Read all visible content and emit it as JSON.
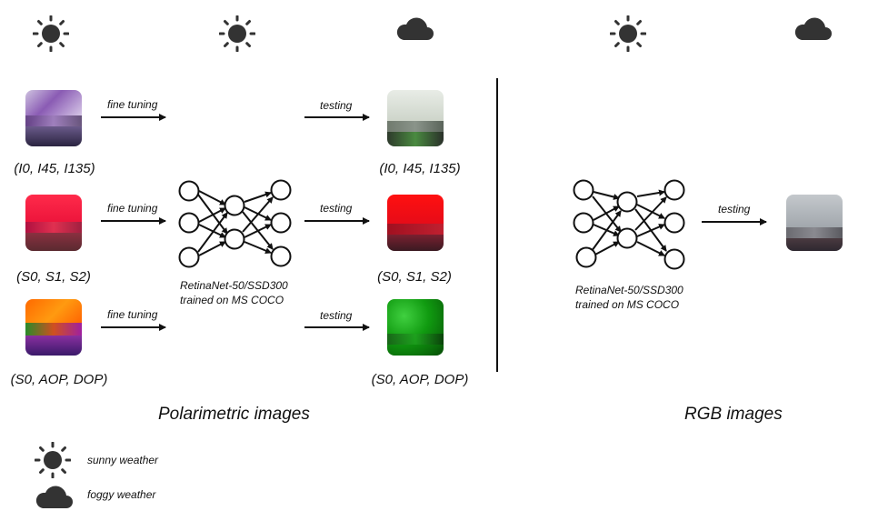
{
  "weather_icons_top": [
    "sun-icon",
    "sun-icon",
    "cloud-icon",
    "sun-icon",
    "cloud-icon"
  ],
  "arrows": {
    "fine_tuning": "fine tuning",
    "testing": "testing"
  },
  "rows": [
    {
      "input_label": "(I0, I45, I135)",
      "output_label": "(I0, I45, I135)"
    },
    {
      "input_label": "(S0, S1, S2)",
      "output_label": "(S0, S1, S2)"
    },
    {
      "input_label": "(S0, AOP, DOP)",
      "output_label": "(S0, AOP, DOP)"
    }
  ],
  "network": {
    "line1": "RetinaNet-50/SSD300",
    "line2": "trained on MS COCO"
  },
  "sections": {
    "polarimetric": "Polarimetric images",
    "rgb": "RGB images"
  },
  "legend": {
    "sunny": "sunny weather",
    "foggy": "foggy weather"
  },
  "colors": {
    "icon": "#333333",
    "stroke": "#111111"
  }
}
